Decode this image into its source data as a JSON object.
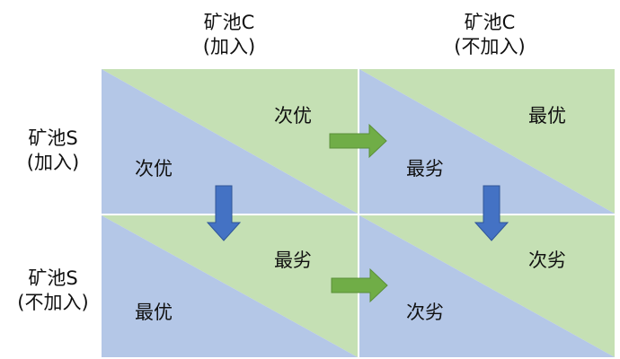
{
  "colors": {
    "blue": "#b4c7e7",
    "green": "#c5e0b4",
    "arrow_blue": "#4472c4",
    "arrow_green": "#70ad47"
  },
  "columns": [
    {
      "line1": "矿池C",
      "line2": "(加入)"
    },
    {
      "line1": "矿池C",
      "line2": "(不加入)"
    }
  ],
  "rows": [
    {
      "line1": "矿池S",
      "line2": "(加入)"
    },
    {
      "line1": "矿池S",
      "line2": "(不加入)"
    }
  ],
  "cells": {
    "r1c1": {
      "top_right": "次优",
      "bottom_left": "次优"
    },
    "r1c2": {
      "top_right": "最优",
      "bottom_left": "最劣"
    },
    "r2c1": {
      "top_right": "最劣",
      "bottom_left": "最优"
    },
    "r2c2": {
      "top_right": "次劣",
      "bottom_left": "次劣"
    }
  }
}
